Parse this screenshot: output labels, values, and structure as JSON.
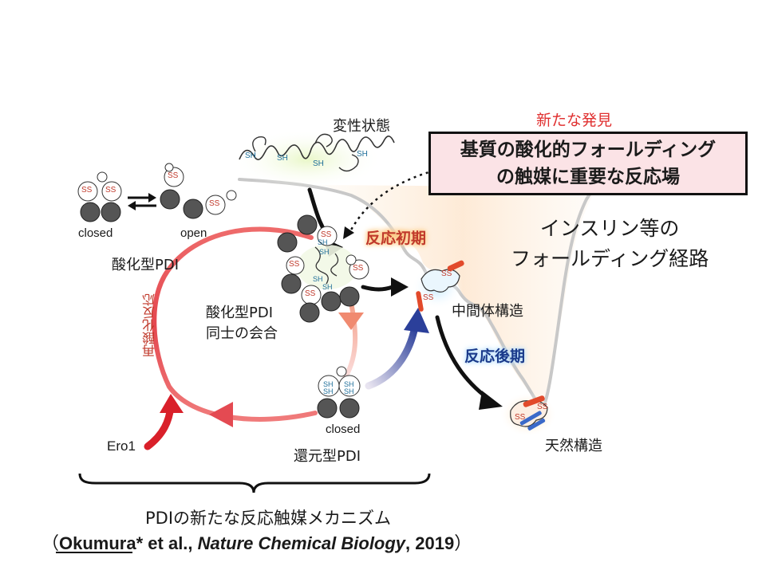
{
  "labels": {
    "denatured": "変性状態",
    "new_finding": "新たな発見",
    "box_line1": "基質の酸化的フォールディング",
    "box_line2": "の触媒に重要な反応場",
    "pathway_line1": "インスリン等の",
    "pathway_line2": "フォールディング経路",
    "early": "反応初期",
    "late": "反応後期",
    "intermediate": "中間体構造",
    "native": "天然構造",
    "closed_top": "closed",
    "open_top": "open",
    "oxidized_pdi": "酸化型PDI",
    "assoc_line1": "酸化型PDI",
    "assoc_line2": "同士の会合",
    "reoxidation": "再酸化反応",
    "ero1": "Ero1",
    "closed_bottom": "closed",
    "reduced_pdi": "還元型PDI",
    "mechanism": "PDIの新たな反応触媒メカニズム",
    "cite_open": "（",
    "cite_author": "Okumura",
    "cite_mid": "* et al., ",
    "cite_journal": "Nature Chemical Biology",
    "cite_year": ", 2019",
    "cite_close": "）"
  },
  "domain_labels": {
    "ss": "SS",
    "sh": "SH"
  },
  "colors": {
    "red_arrow": "#d9202a",
    "blue_arrow": "#2b3f9a",
    "finding_red": "#e03030",
    "box_fill": "#fbe3e6"
  }
}
